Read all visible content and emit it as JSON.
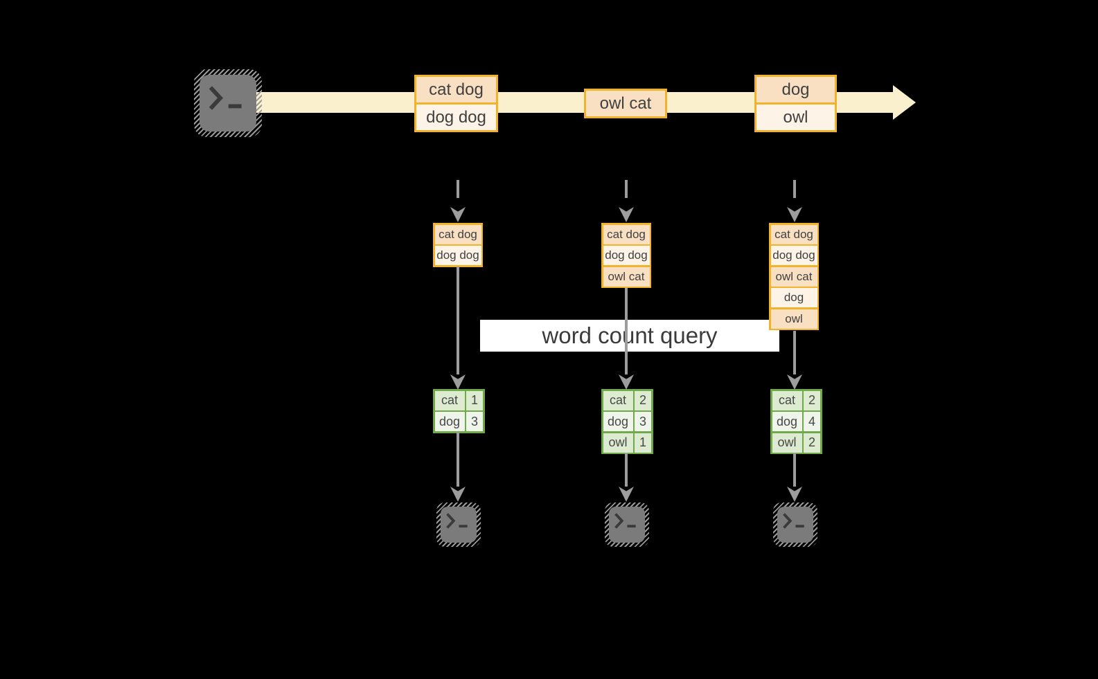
{
  "query_label": "word count query",
  "stream": {
    "events": [
      {
        "cells": [
          "cat dog",
          "dog dog"
        ]
      },
      {
        "cells": [
          "owl cat"
        ]
      },
      {
        "cells": [
          "dog",
          "owl"
        ]
      }
    ]
  },
  "columns": [
    {
      "buffer": [
        "cat dog",
        "dog dog"
      ],
      "counts": [
        {
          "word": "cat",
          "count": "1"
        },
        {
          "word": "dog",
          "count": "3"
        }
      ]
    },
    {
      "buffer": [
        "cat dog",
        "dog dog",
        "owl cat"
      ],
      "counts": [
        {
          "word": "cat",
          "count": "2"
        },
        {
          "word": "dog",
          "count": "3"
        },
        {
          "word": "owl",
          "count": "1"
        }
      ]
    },
    {
      "buffer": [
        "cat dog",
        "dog dog",
        "owl cat",
        "dog",
        "owl"
      ],
      "counts": [
        {
          "word": "cat",
          "count": "2"
        },
        {
          "word": "dog",
          "count": "4"
        },
        {
          "word": "owl",
          "count": "2"
        }
      ]
    }
  ],
  "icons": {
    "source": "terminal-icon",
    "outputs": [
      "terminal-icon",
      "terminal-icon",
      "terminal-icon"
    ]
  },
  "colors": {
    "background": "#000000",
    "stream_fill": "#fbf0cd",
    "box_border": "#f2b32b",
    "cell_peach": "#fae0c3",
    "cell_cream": "#fdf3e7",
    "green_border": "#6fa94a",
    "green_row_dark": "#ddebd1",
    "green_row_light": "#f0f5eb",
    "arrow_gray": "#9d9d9d",
    "terminal_gray": "#7b7b7b",
    "terminal_hatch": "#9a9a9a",
    "glyph_dark": "#3a3a3a",
    "text_dark": "#404040",
    "label_bg": "#ffffff",
    "label_text": "#3b3b3b"
  }
}
